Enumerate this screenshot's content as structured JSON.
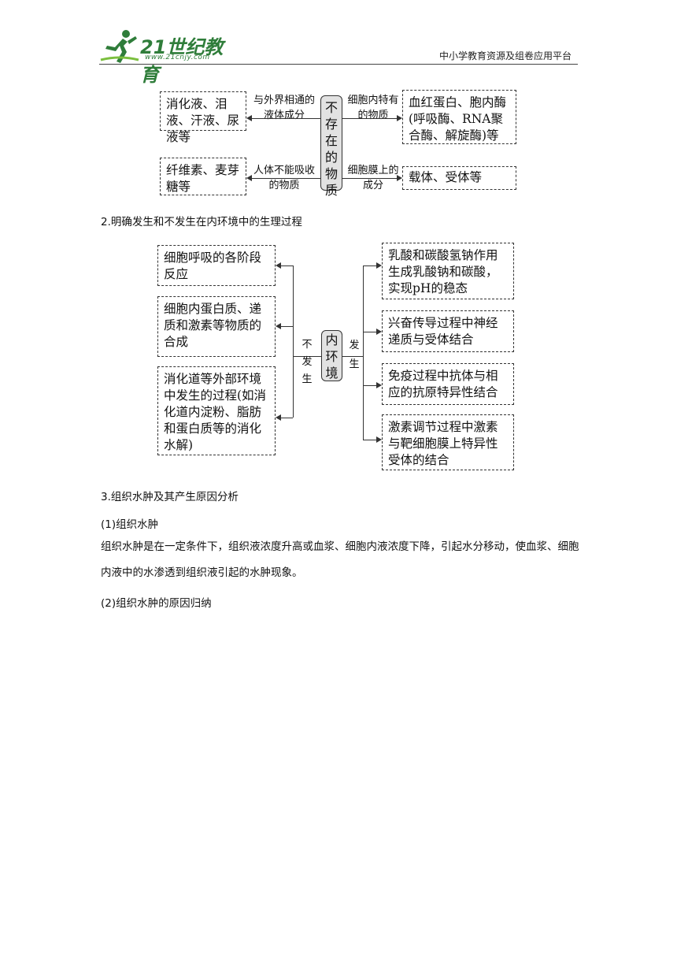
{
  "header": {
    "logo_text": "21世纪教育",
    "logo_sub": "www.21cnjy.com",
    "platform": "中小学教育资源及组卷应用平台"
  },
  "diagram1": {
    "center": "不存在的物质",
    "left_boxes": [
      "消化液、泪液、汗液、尿液等",
      "纤维素、麦芽糖等"
    ],
    "left_labels": [
      "与外界相通的液体成分",
      "人体不能吸收的物质"
    ],
    "right_labels": [
      "细胞内特有的物质",
      "细胞膜上的成分"
    ],
    "right_boxes": [
      "血红蛋白、胞内酶(呼吸酶、RNA聚合酶、解旋酶)等",
      "载体、受体等"
    ]
  },
  "section2": {
    "heading": "2.明确发生和不发生在内环境中的生理过程"
  },
  "diagram2": {
    "center": "内环境",
    "left_label": "不发生",
    "right_label": "发生",
    "left_boxes": [
      "细胞呼吸的各阶段反应",
      "细胞内蛋白质、递质和激素等物质的合成",
      "消化道等外部环境中发生的过程(如消化道内淀粉、脂肪和蛋白质等的消化水解)"
    ],
    "right_boxes": [
      "乳酸和碳酸氢钠作用生成乳酸钠和碳酸，实现pH的稳态",
      "兴奋传导过程中神经递质与受体结合",
      "免疫过程中抗体与相应的抗原特异性结合",
      "激素调节过程中激素与靶细胞膜上特异性受体的结合"
    ]
  },
  "section3": {
    "heading": "3.组织水肿及其产生原因分析",
    "sub1": "(1)组织水肿",
    "para": "组织水肿是在一定条件下，组织液浓度升高或血浆、细胞内液浓度下降，引起水分移动，使血浆、细胞内液中的水渗透到组织液引起的水肿现象。",
    "sub2": "(2)组织水肿的原因归纳"
  }
}
